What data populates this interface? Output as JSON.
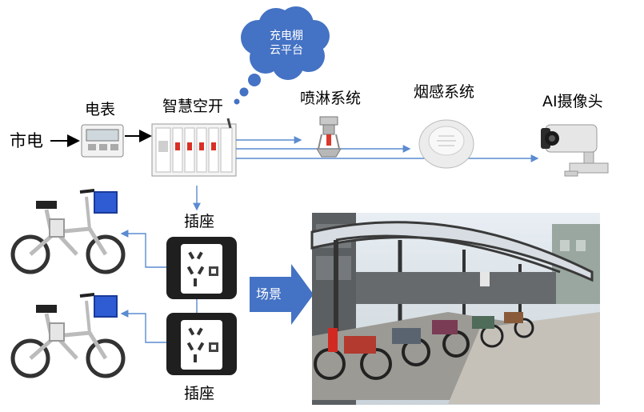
{
  "labels": {
    "mains": "市电",
    "meter": "电表",
    "smart_breaker": "智慧空开",
    "sprinkler": "喷淋系统",
    "smoke": "烟感系统",
    "camera": "AI摄像头",
    "socket_top": "插座",
    "socket_bottom": "插座",
    "scene": "场景"
  },
  "cloud": {
    "line1": "充电棚",
    "line2": "云平台"
  },
  "colors": {
    "cloud_blue": "#4472C4",
    "arrow_blue": "#5B8BD0",
    "black": "#000000",
    "socket_dark": "#1f1f1f",
    "scene_arrow": "#4472C4"
  }
}
